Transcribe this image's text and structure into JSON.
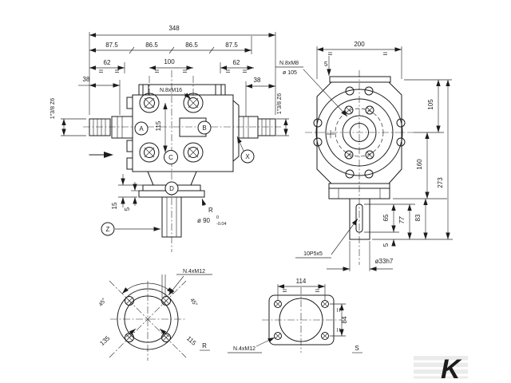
{
  "front": {
    "dim_total": "348",
    "dim_a": "87.5",
    "dim_b": "86.5",
    "dim_c": "86.5",
    "dim_d": "87.5",
    "dim_e_left": "62",
    "dim_center": "100",
    "dim_e_right": "62",
    "dim_spline_left": "38",
    "dim_spline_right": "38",
    "spline_left": "1\"3/8 Z6",
    "spline_right": "1\"3/8 Z6",
    "holes": "N.8xM16",
    "dim_vert": "115",
    "dim_f1": "15",
    "dim_f2": "5",
    "view_r_arrow": "R",
    "shaft_dia": "ø 90",
    "shaft_tol_hi": "0",
    "shaft_tol_lo": "-0.04",
    "port_a": "A",
    "port_b": "B",
    "port_c": "C",
    "port_d": "D",
    "label_x": "X",
    "label_z": "Z"
  },
  "side": {
    "dim_width": "200",
    "holes": "N.8xM8",
    "bolt_circle": "ø 105",
    "dim_offset": "5",
    "dim_h1": "105",
    "dim_h2": "160",
    "dim_total": "273",
    "dim_key_len": "65",
    "dim_s1": "77",
    "dim_s2": "83",
    "dim_tip": "5",
    "key": "10P5x5",
    "shaft_dia": "ø33h7"
  },
  "view_r": {
    "holes": "N.4xM12",
    "angle_left": "45°",
    "angle_right": "45°",
    "dia_outer": "135",
    "dia_bolt": "115",
    "label": "R"
  },
  "view_s": {
    "dim_width": "114",
    "dim_height": "84",
    "holes": "N.4xM12",
    "label": "S"
  },
  "watermark": {
    "letter": "K"
  }
}
